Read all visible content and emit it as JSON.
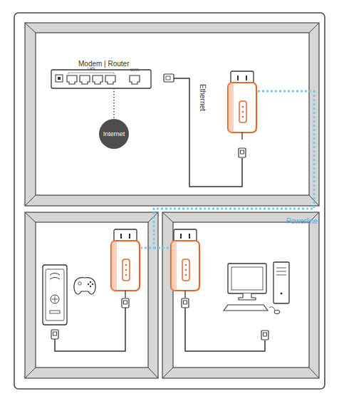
{
  "diagram": {
    "nodes": [
      {
        "text": [
          "Modem | Router"
        ]
      },
      {
        "text": [
          "Internet"
        ]
      }
    ],
    "edges": [
      {
        "from": 0,
        "to": 1,
        "arrow": "none"
      }
    ],
    "labels": [
      "LAN",
      "WAN",
      "Ethernet",
      "Powerline"
    ]
  }
}
